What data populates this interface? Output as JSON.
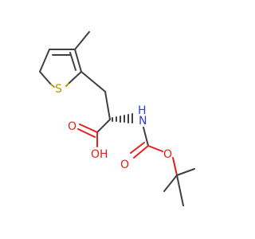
{
  "atoms": {
    "sulfur": "S",
    "amine": "N",
    "amine_h": "H",
    "acid_o_double": "O",
    "acid_oh": "OH",
    "carbamate_o_double": "O",
    "carbamate_o_ester": "O"
  },
  "colors": {
    "bond": "#404040",
    "oxygen": "#e0221d",
    "nitrogen": "#2f3fd2",
    "sulfur": "#b39600"
  }
}
